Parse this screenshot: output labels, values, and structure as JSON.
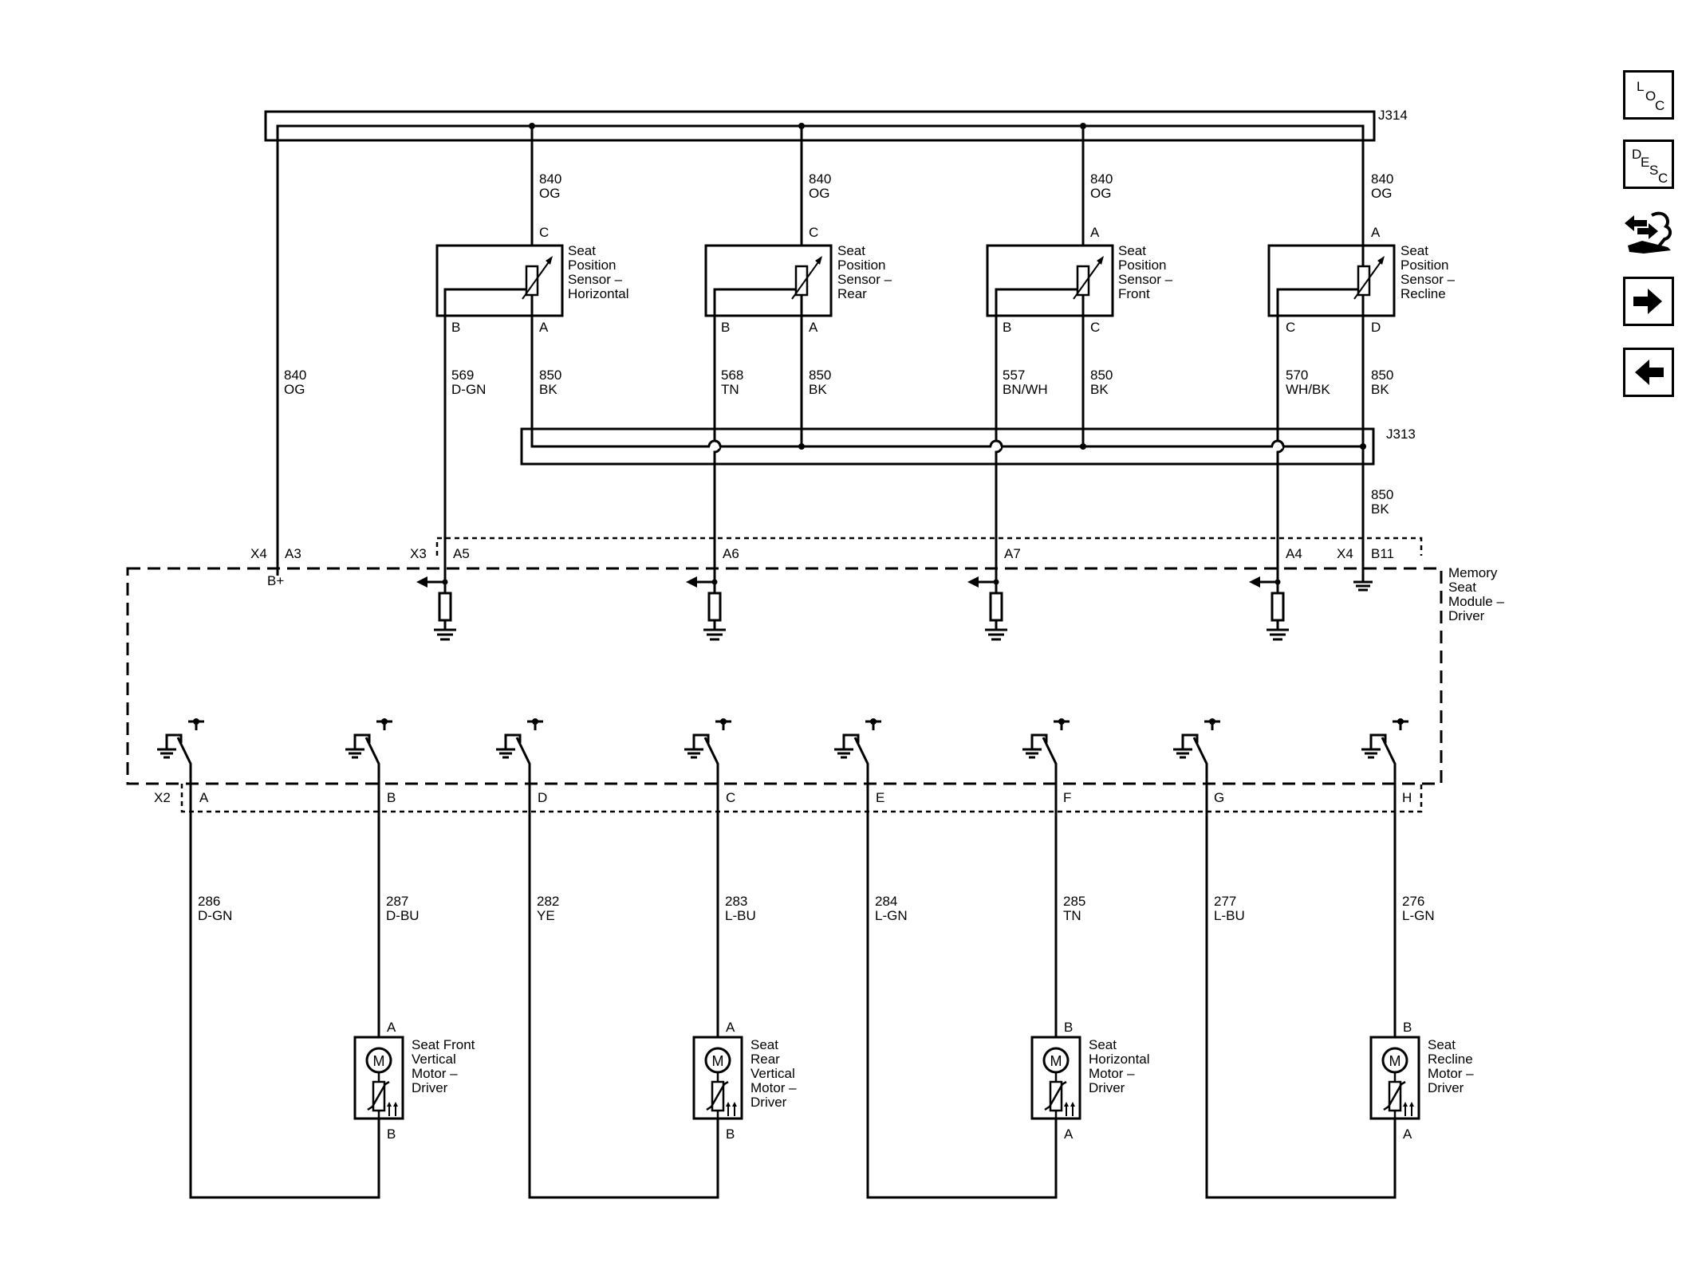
{
  "splices": {
    "j314": "J314",
    "j313": "J313"
  },
  "wires": {
    "w840a": [
      "840",
      "OG"
    ],
    "w840b": [
      "840",
      "OG"
    ],
    "w840c": [
      "840",
      "OG"
    ],
    "w840d": [
      "840",
      "OG"
    ],
    "w840e": [
      "840",
      "OG"
    ],
    "w569": [
      "569",
      "D-GN"
    ],
    "w850a": [
      "850",
      "BK"
    ],
    "w568": [
      "568",
      "TN"
    ],
    "w850b": [
      "850",
      "BK"
    ],
    "w557": [
      "557",
      "BN/WH"
    ],
    "w850c": [
      "850",
      "BK"
    ],
    "w570": [
      "570",
      "WH/BK"
    ],
    "w850d": [
      "850",
      "BK"
    ],
    "w850e": [
      "850",
      "BK"
    ],
    "w286": [
      "286",
      "D-GN"
    ],
    "w287": [
      "287",
      "D-BU"
    ],
    "w282": [
      "282",
      "YE"
    ],
    "w283": [
      "283",
      "L-BU"
    ],
    "w284": [
      "284",
      "L-GN"
    ],
    "w285": [
      "285",
      "TN"
    ],
    "w277": [
      "277",
      "L-BU"
    ],
    "w276": [
      "276",
      "L-GN"
    ]
  },
  "sensors": {
    "horizontal": {
      "lines": [
        "Seat",
        "Position",
        "Sensor –",
        "Horizontal"
      ],
      "pins": [
        "C",
        "B",
        "A"
      ]
    },
    "rear": {
      "lines": [
        "Seat",
        "Position",
        "Sensor –",
        "Rear"
      ],
      "pins": [
        "C",
        "B",
        "A"
      ]
    },
    "front": {
      "lines": [
        "Seat",
        "Position",
        "Sensor –",
        "Front"
      ],
      "pins": [
        "A",
        "B",
        "C"
      ]
    },
    "recline": {
      "lines": [
        "Seat",
        "Position",
        "Sensor –",
        "Recline"
      ],
      "pins": [
        "A",
        "C",
        "D"
      ]
    }
  },
  "module": {
    "lines": [
      "Memory",
      "Seat",
      "Module –",
      "Driver"
    ],
    "bplus": "B+",
    "connectors": {
      "x4": "X4",
      "x3": "X3",
      "x4b": "X4",
      "x2": "X2"
    },
    "top_pins": [
      "A3",
      "A5",
      "A6",
      "A7",
      "A4",
      "B11"
    ],
    "bottom_pins": [
      "A",
      "B",
      "D",
      "C",
      "E",
      "F",
      "G",
      "H"
    ]
  },
  "motors": {
    "front_vertical": {
      "lines": [
        "Seat Front",
        "Vertical",
        "Motor –",
        "Driver"
      ],
      "pins": [
        "A",
        "B"
      ],
      "symbol": "M"
    },
    "rear_vertical": {
      "lines": [
        "Seat",
        "Rear",
        "Vertical",
        "Motor –",
        "Driver"
      ],
      "pins": [
        "A",
        "B"
      ],
      "symbol": "M"
    },
    "horizontal": {
      "lines": [
        "Seat",
        "Horizontal",
        "Motor –",
        "Driver"
      ],
      "pins": [
        "B",
        "A"
      ],
      "symbol": "M"
    },
    "recline": {
      "lines": [
        "Seat",
        "Recline",
        "Motor –",
        "Driver"
      ],
      "pins": [
        "B",
        "A"
      ],
      "symbol": "M"
    }
  },
  "nav": {
    "loc": [
      "L",
      "O",
      "C"
    ],
    "desc": [
      "D",
      "E",
      "S",
      "C"
    ],
    "icons": [
      "wiring-link-icon",
      "arrow-right-icon",
      "arrow-left-icon"
    ]
  }
}
